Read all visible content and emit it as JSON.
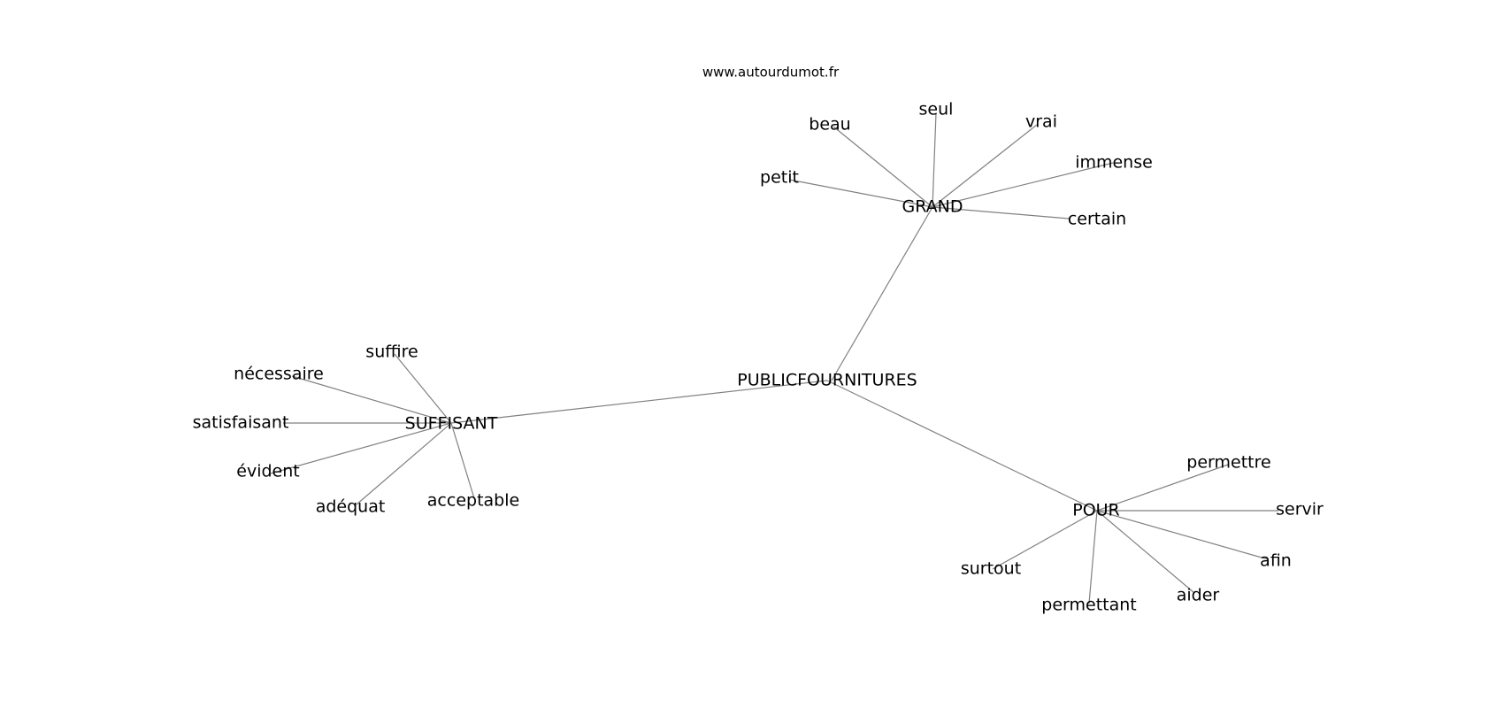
{
  "site": "www.autourdumot.fr",
  "center": "PUBLICFOURNITURES",
  "hubs": {
    "grand": {
      "label": "GRAND",
      "words": [
        "beau",
        "seul",
        "vrai",
        "immense",
        "petit",
        "certain"
      ]
    },
    "suffisant": {
      "label": "SUFFISANT",
      "words": [
        "suffire",
        "nécessaire",
        "satisfaisant",
        "évident",
        "adéquat",
        "acceptable"
      ]
    },
    "pour": {
      "label": "POUR",
      "words": [
        "permettre",
        "servir",
        "afin",
        "surtout",
        "permettant",
        "aider"
      ]
    }
  },
  "colors": {
    "edge": "#808080",
    "text": "#000000",
    "background": "#ffffff"
  }
}
